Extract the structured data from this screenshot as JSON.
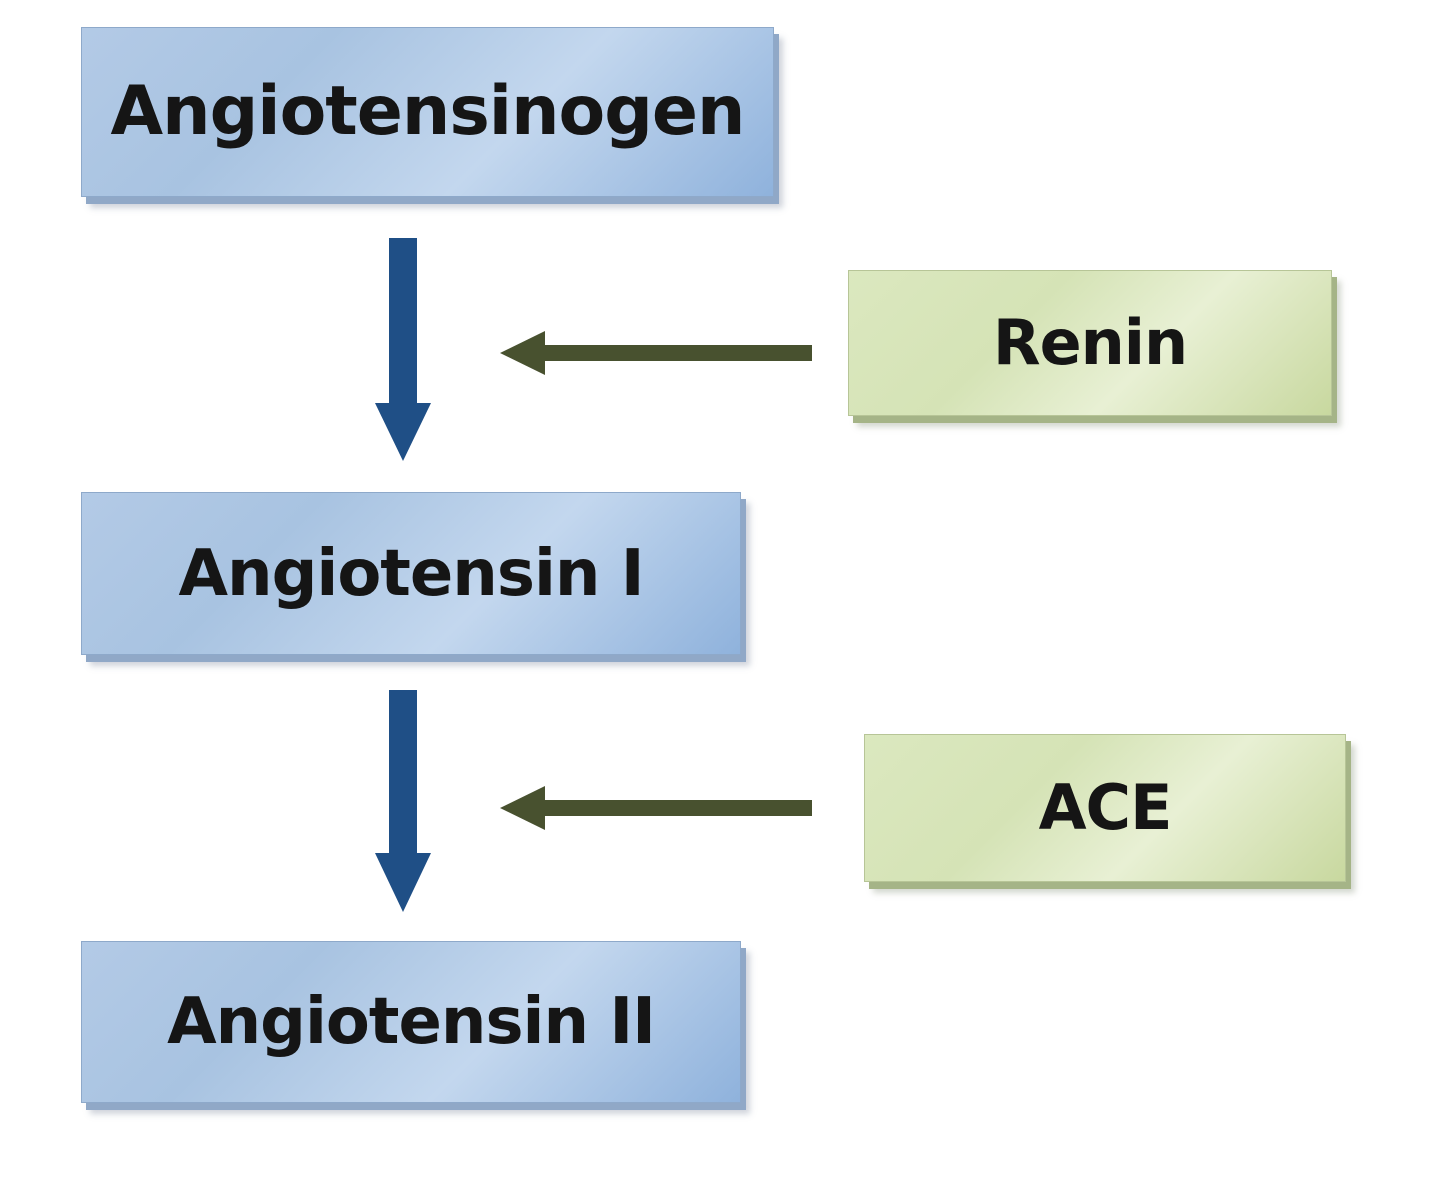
{
  "diagram": {
    "nodes": {
      "angiotensinogen": {
        "label": "Angiotensinogen"
      },
      "angiotensin_i": {
        "label": "Angiotensin I"
      },
      "angiotensin_ii": {
        "label": "Angiotensin II"
      },
      "renin": {
        "label": "Renin"
      },
      "ace": {
        "label": "ACE"
      }
    },
    "edges": [
      {
        "from": "Angiotensinogen",
        "to": "Angiotensin I",
        "enzyme": "Renin"
      },
      {
        "from": "Angiotensin I",
        "to": "Angiotensin II",
        "enzyme": "ACE"
      }
    ],
    "colors": {
      "substrate_box": "#b3cae6",
      "enzyme_box": "#dbe8bf",
      "conversion_arrow": "#1f4f86",
      "enzyme_arrow": "#48512f",
      "text": "#151515"
    }
  }
}
